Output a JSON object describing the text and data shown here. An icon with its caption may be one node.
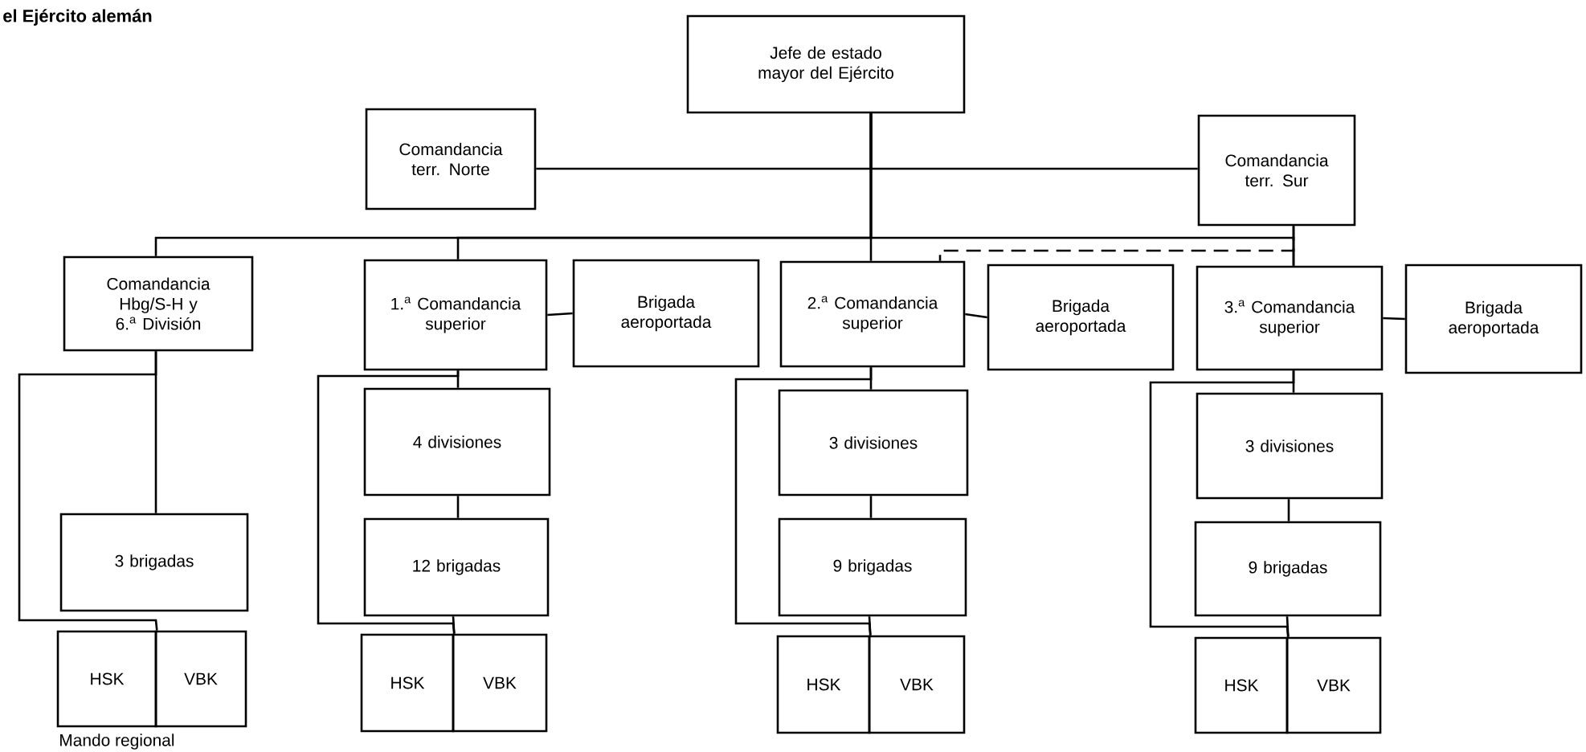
{
  "diagram": {
    "title": "el Ejército alemán",
    "nodes": [
      {
        "text": [
          "Jefe de estado mayor del Ejército"
        ]
      },
      {
        "text": [
          "Comandancia terr. Norte"
        ]
      },
      {
        "text": [
          "Comandancia terr. Sur"
        ]
      },
      {
        "text": [
          "Comandancia Hbg/S-H y 6.$^{a}$ División"
        ]
      },
      {
        "text": [
          "1.$^{a}$ Comandancia superior"
        ]
      },
      {
        "text": [
          "Brigada aeroportada"
        ]
      },
      {
        "text": [
          "2.$^{a}$ Comandancia superior"
        ]
      },
      {
        "text": [
          "Brigada aeroportada"
        ]
      },
      {
        "text": [
          "3.$^{a}$ Comandancia superior"
        ]
      },
      {
        "text": [
          "Brigada aeroportada"
        ]
      },
      {
        "text": [
          "3 brigadas"
        ]
      },
      {
        "text": [
          "HSK"
        ]
      },
      {
        "text": [
          "VBK"
        ]
      },
      {
        "text": [
          "4 divisiones"
        ]
      },
      {
        "text": [
          "12 brigadas"
        ]
      },
      {
        "text": [
          "HSK"
        ]
      },
      {
        "text": [
          "VBK"
        ]
      },
      {
        "text": [
          "3 divisiones"
        ]
      },
      {
        "text": [
          "9 brigadas"
        ]
      },
      {
        "text": [
          "HSK"
        ]
      },
      {
        "text": [
          "VBK"
        ]
      },
      {
        "text": [
          "3 divisiones"
        ]
      },
      {
        "text": [
          "9 brigadas"
        ]
      },
      {
        "text": [
          "HSK"
        ]
      },
      {
        "text": [
          "VBK"
        ]
      }
    ],
    "edges": [
      {
        "from": 0,
        "to": 1,
        "arrow": "none"
      },
      {
        "from": 0,
        "to": 2,
        "arrow": "none"
      },
      {
        "from": 0,
        "to": 3,
        "arrow": "none"
      },
      {
        "from": 0,
        "to": 4,
        "arrow": "none"
      },
      {
        "from": 0,
        "to": 6,
        "arrow": "none"
      },
      {
        "from": 0,
        "to": 8,
        "arrow": "none"
      },
      {
        "from": 2,
        "to": 8,
        "arrow": "none"
      },
      {
        "from": 2,
        "to": 6,
        "arrow": "none",
        "style": "dashed"
      },
      {
        "from": 4,
        "to": 5,
        "arrow": "none"
      },
      {
        "from": 6,
        "to": 7,
        "arrow": "none"
      },
      {
        "from": 8,
        "to": 9,
        "arrow": "none"
      },
      {
        "from": 3,
        "to": 10,
        "arrow": "none"
      },
      {
        "from": 3,
        "to": 11,
        "arrow": "none"
      },
      {
        "from": 3,
        "to": 12,
        "arrow": "none"
      },
      {
        "from": 4,
        "to": 13,
        "arrow": "none"
      },
      {
        "from": 13,
        "to": 14,
        "arrow": "none"
      },
      {
        "from": 14,
        "to": 15,
        "arrow": "none"
      },
      {
        "from": 14,
        "to": 16,
        "arrow": "none"
      },
      {
        "from": 4,
        "to": 15,
        "arrow": "none"
      },
      {
        "from": 4,
        "to": 16,
        "arrow": "none"
      },
      {
        "from": 6,
        "to": 17,
        "arrow": "none"
      },
      {
        "from": 17,
        "to": 18,
        "arrow": "none"
      },
      {
        "from": 18,
        "to": 19,
        "arrow": "none"
      },
      {
        "from": 18,
        "to": 20,
        "arrow": "none"
      },
      {
        "from": 6,
        "to": 19,
        "arrow": "none"
      },
      {
        "from": 6,
        "to": 20,
        "arrow": "none"
      },
      {
        "from": 8,
        "to": 21,
        "arrow": "none"
      },
      {
        "from": 21,
        "to": 22,
        "arrow": "none"
      },
      {
        "from": 22,
        "to": 23,
        "arrow": "none"
      },
      {
        "from": 22,
        "to": 24,
        "arrow": "none"
      },
      {
        "from": 8,
        "to": 23,
        "arrow": "none"
      },
      {
        "from": 8,
        "to": 24,
        "arrow": "none"
      }
    ],
    "labels": [
      "Mando regional"
    ]
  }
}
